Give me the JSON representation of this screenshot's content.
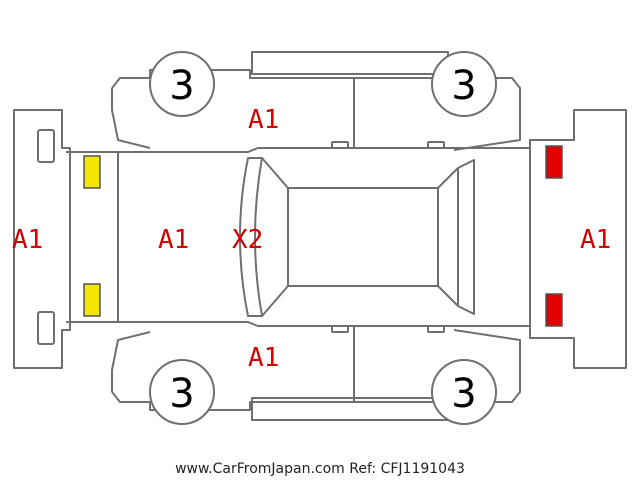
{
  "diagram": {
    "wheel_labels": {
      "front_left": "3",
      "rear_left": "3",
      "front_right": "3",
      "rear_right": "3"
    },
    "damage_marks": {
      "front_bumper": "A1",
      "hood": "A1",
      "windshield": "X2",
      "left_side": "A1",
      "right_side": "A1",
      "rear_bumper": "A1"
    },
    "light_colors": {
      "headlight": "#f2e600",
      "taillight": "#e00000"
    },
    "source_text": "www.CarFromJapan.com Ref: CFJ1191043"
  }
}
